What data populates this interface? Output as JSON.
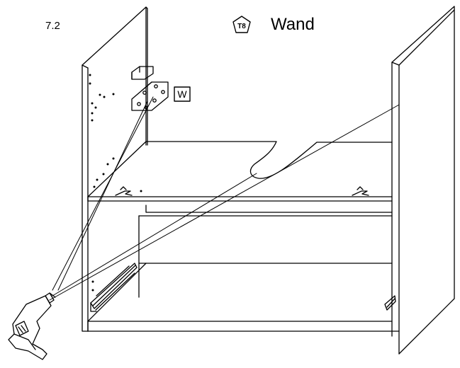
{
  "header": {
    "step_number": "7.2",
    "tool_badge": "T8",
    "title": "Wand"
  },
  "callouts": {
    "fitting_label": "W"
  },
  "icons": {
    "tool_badge": "pentagon-badge-icon",
    "drill": "power-drill-icon"
  },
  "colors": {
    "line": "#000000",
    "background": "#ffffff"
  }
}
